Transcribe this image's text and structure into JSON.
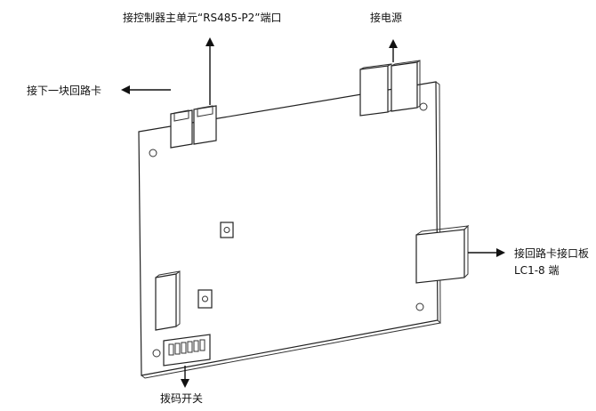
{
  "labels": {
    "next_loop_card": "接下一块回路卡",
    "controller_main_unit": "接控制器主单元“RS485-P2”端口",
    "power": "接电源",
    "loop_card_board_line1": "接回路卡接口板",
    "loop_card_board_line2": "LC1-8 端",
    "dip_switch": "拨码开关"
  }
}
